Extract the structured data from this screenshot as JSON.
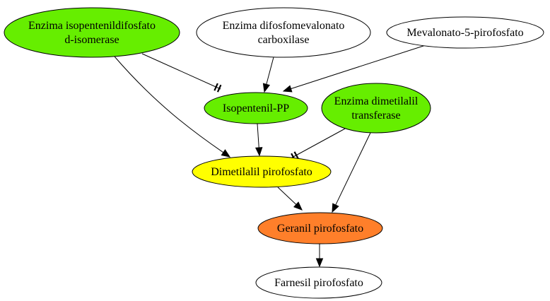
{
  "nodes": [
    {
      "id": "isomerase",
      "lines": [
        "Enzima isopentenildifosfato",
        "d-isomerase"
      ],
      "fill": "#66ee00"
    },
    {
      "id": "carboxilase",
      "lines": [
        "Enzima difosfomevalonato",
        "carboxilase"
      ],
      "fill": "#ffffff"
    },
    {
      "id": "mevalonato",
      "lines": [
        "Mevalonato-5-pirofosfato"
      ],
      "fill": "#ffffff"
    },
    {
      "id": "isopentenil",
      "lines": [
        "Isopentenil-PP"
      ],
      "fill": "#66ee00"
    },
    {
      "id": "transferase",
      "lines": [
        "Enzima dimetilalil",
        "transferase"
      ],
      "fill": "#66ee00"
    },
    {
      "id": "dimetilalil",
      "lines": [
        "Dimetilalil pirofosfato"
      ],
      "fill": "#ffff00"
    },
    {
      "id": "geranil",
      "lines": [
        "Geranil pirofosfato"
      ],
      "fill": "#ff7f2a"
    },
    {
      "id": "farnesil",
      "lines": [
        "Farnesil pirofosfato"
      ],
      "fill": "#ffffff"
    }
  ],
  "edges": [
    {
      "from": "isomerase",
      "to": "isopentenil",
      "marker": "tee"
    },
    {
      "from": "carboxilase",
      "to": "isopentenil",
      "marker": "arrow"
    },
    {
      "from": "mevalonato",
      "to": "isopentenil",
      "marker": "arrow"
    },
    {
      "from": "isomerase",
      "to": "dimetilalil",
      "marker": "arrow"
    },
    {
      "from": "isopentenil",
      "to": "dimetilalil",
      "marker": "arrow"
    },
    {
      "from": "transferase",
      "to": "dimetilalil",
      "marker": "tee"
    },
    {
      "from": "dimetilalil",
      "to": "geranil",
      "marker": "arrow"
    },
    {
      "from": "transferase",
      "to": "geranil",
      "marker": "arrow"
    },
    {
      "from": "geranil",
      "to": "farnesil",
      "marker": "arrow"
    }
  ]
}
